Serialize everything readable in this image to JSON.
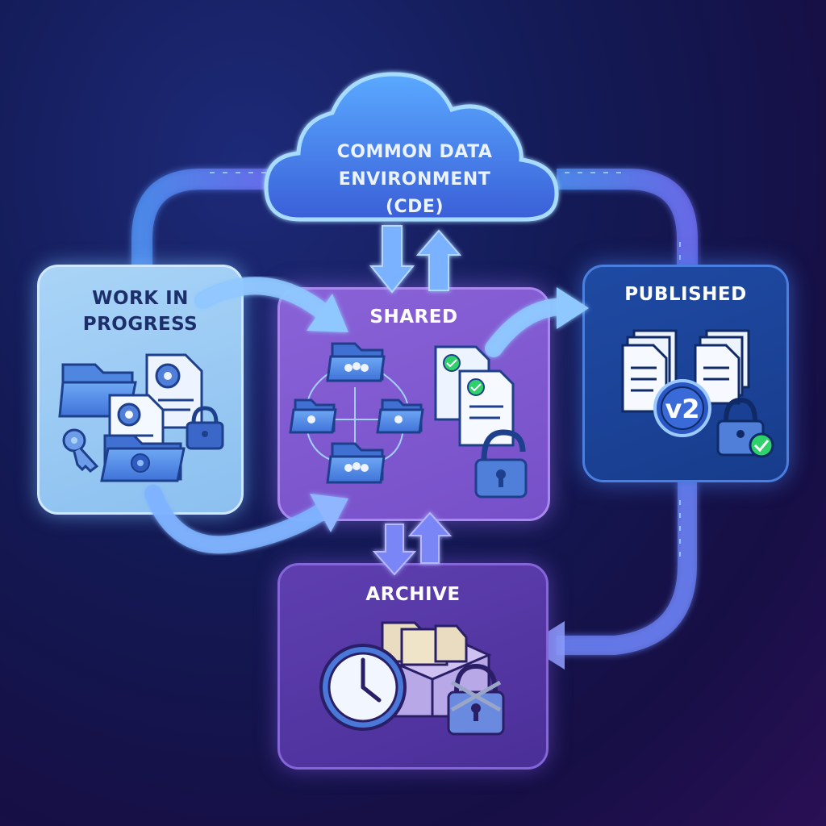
{
  "cde": {
    "lines": [
      "COMMON DATA",
      "ENVIRONMENT",
      "(CDE)"
    ]
  },
  "wip": {
    "lines": [
      "WORK IN",
      "PROGRESS"
    ]
  },
  "shared": {
    "label": "SHARED"
  },
  "published": {
    "label": "PUBLISHED",
    "version": "v2"
  },
  "archive": {
    "label": "ARCHIVE"
  },
  "colors": {
    "wip": "#a9d4f7",
    "shared": "#8a62d8",
    "published": "#1f4aa3",
    "archive": "#5f3fb0",
    "glow": "#6fb8ff",
    "check": "#2fd16a"
  }
}
